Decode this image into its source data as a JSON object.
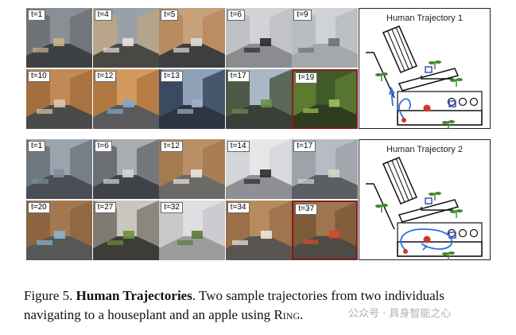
{
  "rows": [
    {
      "map_title": "Human Trajectory 1",
      "frames": [
        {
          "label": "t=1",
          "sky": "#8a8f96",
          "wall": "#6f7378",
          "floor": "#3d4045",
          "accent": "#c9b08a"
        },
        {
          "label": "t=4",
          "sky": "#9aa0a8",
          "wall": "#b8a58a",
          "floor": "#4a4845",
          "accent": "#e6e2da"
        },
        {
          "label": "t=5",
          "sky": "#c7a17a",
          "wall": "#b98b5e",
          "floor": "#3e3e40",
          "accent": "#e0dcd4"
        },
        {
          "label": "t=6",
          "sky": "#d2d3d6",
          "wall": "#bfc0c3",
          "floor": "#8a8c8f",
          "accent": "#2a2a2c"
        },
        {
          "label": "t=9",
          "sky": "#cfd2d6",
          "wall": "#b9bcc0",
          "floor": "#a4a7ab",
          "accent": "#6d7176"
        },
        {
          "label": "t=10",
          "sky": "#c08a55",
          "wall": "#a36f3e",
          "floor": "#4b4a4a",
          "accent": "#d8c7ad"
        },
        {
          "label": "t=12",
          "sky": "#d49a5d",
          "wall": "#b07840",
          "floor": "#5a5a5c",
          "accent": "#7fa8c9"
        },
        {
          "label": "t=13",
          "sky": "#8fa1b6",
          "wall": "#3a4a60",
          "floor": "#2e3440",
          "accent": "#9db1c6"
        },
        {
          "label": "t=17",
          "sky": "#a9b8c4",
          "wall": "#4d5a48",
          "floor": "#3a3f3a",
          "accent": "#6d8f4a"
        },
        {
          "label": "t=19",
          "sky": "#3f5b2a",
          "wall": "#5b7a32",
          "floor": "#2e3c1f",
          "accent": "#9cc25a"
        }
      ]
    },
    {
      "map_title": "Human Trajectory 2",
      "frames": [
        {
          "label": "t=1",
          "sky": "#9ba3ac",
          "wall": "#70787f",
          "floor": "#4a4f55",
          "accent": "#7c8f9e"
        },
        {
          "label": "t=6",
          "sky": "#a9adb2",
          "wall": "#6b6f73",
          "floor": "#3f4246",
          "accent": "#d9d5cc"
        },
        {
          "label": "t=12",
          "sky": "#b98f66",
          "wall": "#a47a50",
          "floor": "#6c6a68",
          "accent": "#e8e6e2"
        },
        {
          "label": "t=14",
          "sky": "#e6e7e9",
          "wall": "#d4d6d9",
          "floor": "#8e9095",
          "accent": "#2a2a2c"
        },
        {
          "label": "t=17",
          "sky": "#b7bcc2",
          "wall": "#9ea3a9",
          "floor": "#5b5f64",
          "accent": "#d7d2c8"
        },
        {
          "label": "t=20",
          "sky": "#a47750",
          "wall": "#8d6540",
          "floor": "#575757",
          "accent": "#8bb3cf"
        },
        {
          "label": "t=27",
          "sky": "#c9c6bd",
          "wall": "#7e7b73",
          "floor": "#3e3c38",
          "accent": "#6a8f3f"
        },
        {
          "label": "t=32",
          "sky": "#dedfe0",
          "wall": "#c8c9cb",
          "floor": "#9a9b9d",
          "accent": "#5a7a3a"
        },
        {
          "label": "t=34",
          "sky": "#b88b5e",
          "wall": "#9b7049",
          "floor": "#5a5550",
          "accent": "#ece8df"
        },
        {
          "label": "t=37",
          "sky": "#a07650",
          "wall": "#7d5a3a",
          "floor": "#4e4a45",
          "accent": "#d84a2a"
        }
      ]
    }
  ],
  "caption": {
    "prefix": "Figure 5. ",
    "title": "Human Trajectories",
    "text": ". Two sample trajectories from two individuals navigating to a houseplant and an apple using ",
    "method": "Ring",
    "suffix": "."
  },
  "watermark": "公众号 · 具身智能之心",
  "colors": {
    "final_border": "#8b1a1a",
    "path": "#2f6fe0",
    "apple": "#d2352a",
    "plant": "#3f8a2a",
    "robot": "#3a4bbf"
  }
}
